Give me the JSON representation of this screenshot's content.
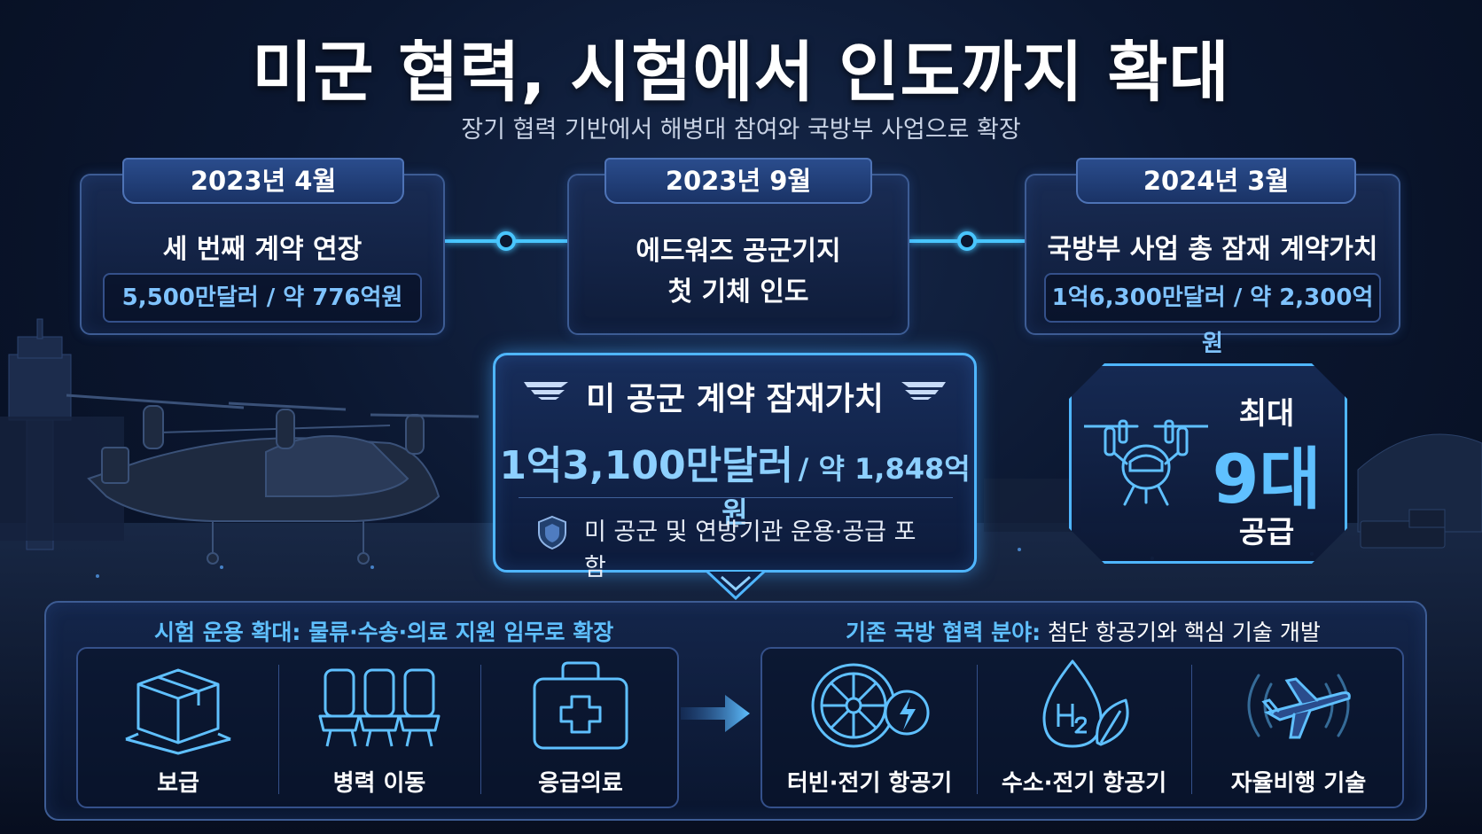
{
  "header": {
    "title": "미군 협력, 시험에서 인도까지 확대",
    "subtitle": "장기 협력 기반에서 해병대 참여와 국방부 사업으로 확장"
  },
  "timeline": [
    {
      "date": "2023년 4월",
      "text": "세 번째 계약 연장",
      "amount": "5,500만달러 / 약 776억원"
    },
    {
      "date": "2023년 9월",
      "line1": "에드워즈 공군기지",
      "line2": "첫 기체 인도"
    },
    {
      "date": "2024년 3월",
      "text": "국방부 사업 총 잠재 계약가치",
      "amount": "1억6,300만달러 / 약 2,300억원"
    }
  ],
  "center": {
    "title": "미 공군 계약 잠재가치",
    "amount_main": "1억3,100만달러",
    "amount_sub": "/ 약 1,848억원",
    "note": "미 공군 및 연방기관 운용·공급 포함"
  },
  "max_supply": {
    "top": "최대",
    "count": "9대",
    "bottom": "공급"
  },
  "bottom": {
    "left_heading_accent": "시험 운용 확대: 물류·수송·의료 지원 임무로 확장",
    "right_heading_accent": "기존 국방 협력 분야:",
    "right_heading_plain": " 첨단 항공기와 핵심 기술 개발",
    "left_items": [
      "보급",
      "병력 이동",
      "응급의료"
    ],
    "right_items": [
      "터빈·전기 항공기",
      "수소·전기 항공기",
      "자율비행 기술"
    ]
  },
  "colors": {
    "accent": "#4fb6ff",
    "amount_text": "#7fc3ff",
    "background": "#0b1730"
  }
}
